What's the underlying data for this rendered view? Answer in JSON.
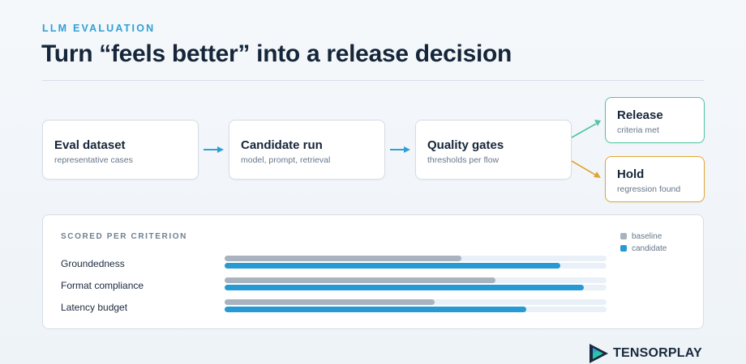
{
  "header": {
    "eyebrow": "LLM EVALUATION",
    "title": "Turn “feels better” into a release decision"
  },
  "flow": {
    "steps": [
      {
        "title": "Eval dataset",
        "subtitle": "representative cases"
      },
      {
        "title": "Candidate run",
        "subtitle": "model, prompt, retrieval"
      },
      {
        "title": "Quality gates",
        "subtitle": "thresholds per flow"
      }
    ],
    "outcomes": {
      "release": {
        "title": "Release",
        "subtitle": "criteria met",
        "color": "#4fc4a2"
      },
      "hold": {
        "title": "Hold",
        "subtitle": "regression found",
        "color": "#e1a533"
      }
    },
    "arrow_color": "#2f9fd6"
  },
  "panel": {
    "label": "SCORED PER CRITERION"
  },
  "chart_data": {
    "type": "bar",
    "orientation": "horizontal",
    "title": "SCORED PER CRITERION",
    "categories": [
      "Groundedness",
      "Format compliance",
      "Latency budget"
    ],
    "series": [
      {
        "name": "baseline",
        "values": [
          0.62,
          0.71,
          0.55
        ],
        "color": "#a9b3bf"
      },
      {
        "name": "candidate",
        "values": [
          0.88,
          0.94,
          0.79
        ],
        "color": "#2799d3"
      }
    ],
    "xlim": [
      0,
      1
    ],
    "grid": false,
    "legend": "top-right"
  },
  "brand": {
    "name": "TENSORPLAY",
    "logo_icon": "play-triangle-logo"
  }
}
